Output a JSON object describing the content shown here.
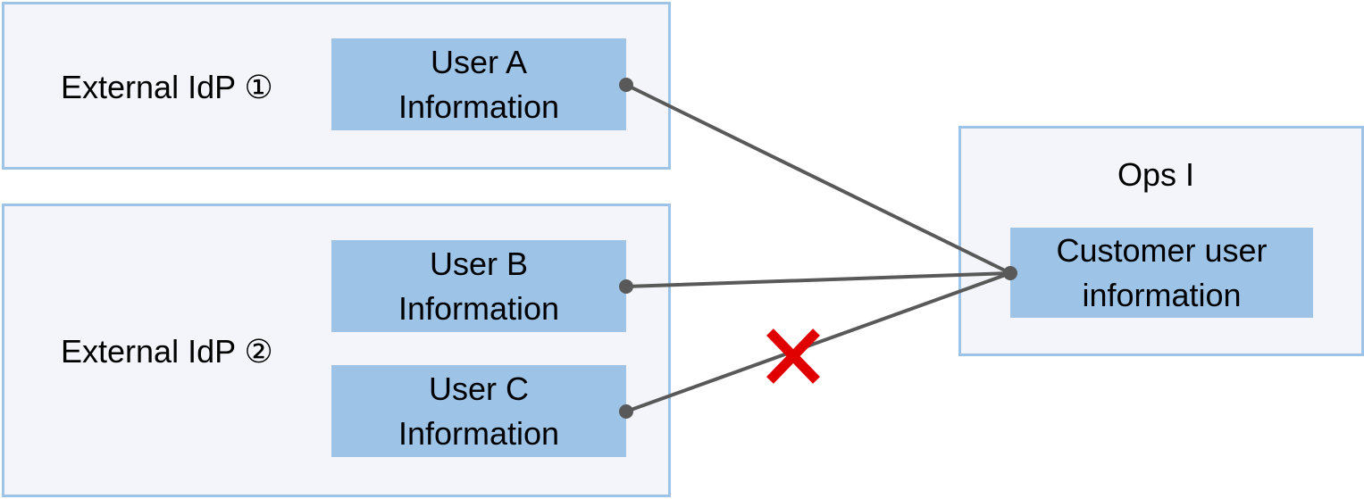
{
  "idp1": {
    "label": "External IdP ①",
    "user_a": {
      "line1": "User A",
      "line2": "Information"
    }
  },
  "idp2": {
    "label": "External IdP ②",
    "user_b": {
      "line1": "User B",
      "line2": "Information"
    },
    "user_c": {
      "line1": "User C",
      "line2": "Information"
    }
  },
  "ops": {
    "title": "Ops I",
    "customer": {
      "line1": "Customer user",
      "line2": "information"
    }
  },
  "connections": [
    {
      "from": "User A",
      "to": "Customer user information",
      "allowed": true
    },
    {
      "from": "User B",
      "to": "Customer user information",
      "allowed": true
    },
    {
      "from": "User C",
      "to": "Customer user information",
      "allowed": false
    }
  ],
  "colors": {
    "group_border": "#9dc3e6",
    "group_fill": "#f3f5fa",
    "info_fill": "#9dc3e6",
    "connector": "#595959",
    "blocked_mark": "#e00000"
  }
}
